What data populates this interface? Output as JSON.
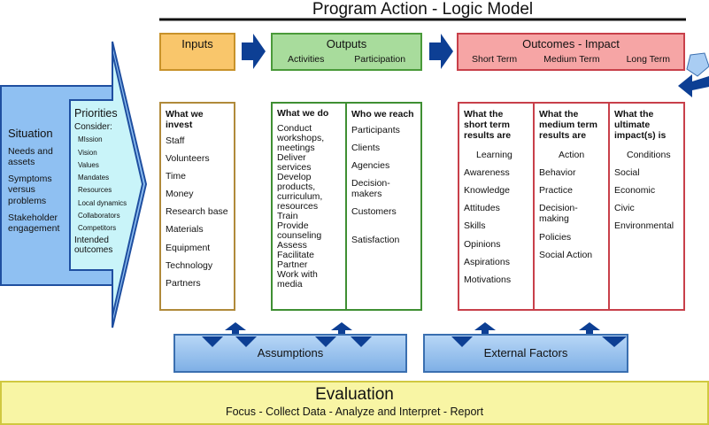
{
  "title": "Program Action - Logic Model",
  "headers": {
    "inputs": "Inputs",
    "outputs": "Outputs",
    "activities": "Activities",
    "participation": "Participation",
    "outcomes": "Outcomes - Impact",
    "short": "Short Term",
    "medium": "Medium Term",
    "long": "Long Term"
  },
  "situation": {
    "title": "Situation",
    "items": [
      "Needs and assets",
      "Symptoms versus problems",
      "Stakeholder engagement"
    ]
  },
  "priorities": {
    "title": "Priorities",
    "consider": "Consider:",
    "items": [
      "MIssion",
      "Vision",
      "Values",
      "Mandates",
      "Resources",
      "Local dynamics",
      "Collaborators",
      "Competitors"
    ],
    "intended": "Intended outcomes"
  },
  "columns": {
    "invest": {
      "heading": "What we invest",
      "items": [
        "Staff",
        "Volunteers",
        "Time",
        "Money",
        "Research base",
        "Materials",
        "Equipment",
        "Technology",
        "Partners"
      ]
    },
    "do": {
      "heading": "What we do",
      "items": [
        "Conduct workshops, meetings",
        "Deliver services",
        "Develop products, curriculum, resources",
        "Train",
        "Provide counseling",
        "Assess",
        "Facilitate",
        "Partner",
        "Work with media"
      ]
    },
    "reach": {
      "heading": "Who we reach",
      "items": [
        "Participants",
        "Clients",
        "Agencies",
        "Decision-makers",
        "Customers",
        "Satisfaction"
      ]
    },
    "short": {
      "heading": "What the short term results are",
      "items": [
        "Learning",
        "Awareness",
        "Knowledge",
        "Attitudes",
        "Skills",
        "Opinions",
        "Aspirations",
        "Motivations"
      ]
    },
    "medium": {
      "heading": "What the medium term results are",
      "items": [
        "Action",
        "Behavior",
        "Practice",
        "Decision-making",
        "Policies",
        "Social Action"
      ]
    },
    "long": {
      "heading": "What the ultimate impact(s) is",
      "items": [
        "Conditions",
        "Social",
        "Economic",
        "Civic",
        "Environmental"
      ]
    }
  },
  "assumptions": "Assumptions",
  "external": "External Factors",
  "evaluation": {
    "title": "Evaluation",
    "subtitle": "Focus - Collect Data - Analyze and Interpret - Report"
  },
  "colors": {
    "arrow": "#0d3f94",
    "inputs": "#f9c66b",
    "outputs": "#a8dc9c",
    "outcomes": "#f6a5a5",
    "situation": "#8fc0f2",
    "priorities": "#c9f4f9",
    "evaluation": "#f8f5a4"
  }
}
